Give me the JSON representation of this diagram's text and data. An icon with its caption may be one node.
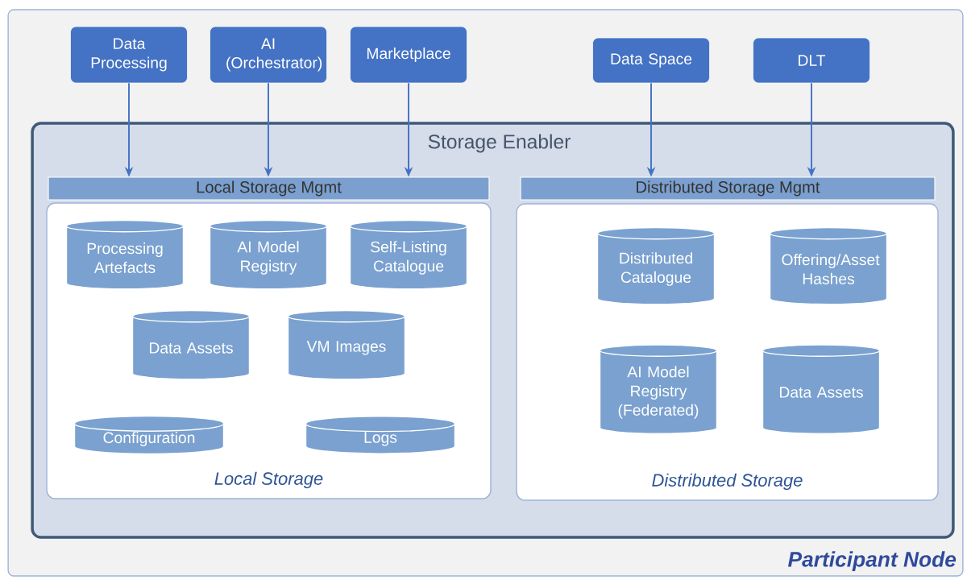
{
  "diagram": {
    "nodes": [
      {
        "text": [
          "Participant Node"
        ]
      },
      {
        "text": [
          "Data Processing"
        ],
        "in": 0
      },
      {
        "text": [
          "AI (Orchestrator)"
        ],
        "in": 0
      },
      {
        "text": [
          "Marketplace"
        ],
        "in": 0
      },
      {
        "text": [
          "Data Space"
        ],
        "in": 0
      },
      {
        "text": [
          "DLT"
        ],
        "in": 0
      },
      {
        "text": [
          "Storage Enabler"
        ],
        "in": 0
      },
      {
        "text": [
          "Local Storage Mgmt"
        ],
        "in": 6
      },
      {
        "text": [
          "Distributed Storage Mgmt"
        ],
        "in": 6
      },
      {
        "text": [
          "Local Storage"
        ],
        "in": 6
      },
      {
        "text": [
          "Processing Artefacts"
        ],
        "in": 9
      },
      {
        "text": [
          "AI Model Registry"
        ],
        "in": 9
      },
      {
        "text": [
          "Self-Listing Catalogue"
        ],
        "in": 9
      },
      {
        "text": [
          "Data Assets"
        ],
        "in": 9
      },
      {
        "text": [
          "VM Images"
        ],
        "in": 9
      },
      {
        "text": [
          "Configuration"
        ],
        "in": 9
      },
      {
        "text": [
          "Logs"
        ],
        "in": 9
      },
      {
        "text": [
          "Distributed Storage"
        ],
        "in": 6
      },
      {
        "text": [
          "Distributed Catalogue"
        ],
        "in": 17
      },
      {
        "text": [
          "Offering/Asset Hashes"
        ],
        "in": 17
      },
      {
        "text": [
          "AI Model Registry (Federated)"
        ],
        "in": 17
      },
      {
        "text": [
          "Data Assets"
        ],
        "in": 17
      }
    ],
    "edges": [
      {
        "from": 1,
        "to": 7,
        "arrow": "to"
      },
      {
        "from": 2,
        "to": 7,
        "arrow": "to"
      },
      {
        "from": 3,
        "to": 7,
        "arrow": "to"
      },
      {
        "from": 4,
        "to": 8,
        "arrow": "to"
      },
      {
        "from": 5,
        "to": 8,
        "arrow": "to"
      }
    ]
  }
}
